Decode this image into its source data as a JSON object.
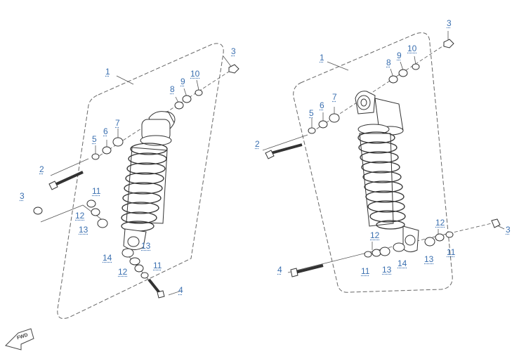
{
  "diagram": {
    "direction_label": "FWD",
    "assemblies": [
      {
        "name": "left-shock-assembly",
        "callouts": [
          {
            "id": "l1",
            "text": "1"
          },
          {
            "id": "l2",
            "text": "2"
          },
          {
            "id": "l3a",
            "text": "3"
          },
          {
            "id": "l3b",
            "text": "3"
          },
          {
            "id": "l4",
            "text": "4"
          },
          {
            "id": "l5",
            "text": "5"
          },
          {
            "id": "l6",
            "text": "6"
          },
          {
            "id": "l7",
            "text": "7"
          },
          {
            "id": "l8",
            "text": "8"
          },
          {
            "id": "l9",
            "text": "9"
          },
          {
            "id": "l10",
            "text": "10"
          },
          {
            "id": "l11a",
            "text": "11"
          },
          {
            "id": "l11b",
            "text": "11"
          },
          {
            "id": "l12a",
            "text": "12"
          },
          {
            "id": "l12b",
            "text": "12"
          },
          {
            "id": "l13a",
            "text": "13"
          },
          {
            "id": "l13b",
            "text": "13"
          },
          {
            "id": "l14",
            "text": "14"
          }
        ]
      },
      {
        "name": "right-shock-assembly",
        "callouts": [
          {
            "id": "r1",
            "text": "1"
          },
          {
            "id": "r2",
            "text": "2"
          },
          {
            "id": "r3a",
            "text": "3"
          },
          {
            "id": "r3b",
            "text": "3"
          },
          {
            "id": "r4",
            "text": "4"
          },
          {
            "id": "r5",
            "text": "5"
          },
          {
            "id": "r6",
            "text": "6"
          },
          {
            "id": "r7",
            "text": "7"
          },
          {
            "id": "r8",
            "text": "8"
          },
          {
            "id": "r9",
            "text": "9"
          },
          {
            "id": "r10",
            "text": "10"
          },
          {
            "id": "r11a",
            "text": "11"
          },
          {
            "id": "r11b",
            "text": "11"
          },
          {
            "id": "r12a",
            "text": "12"
          },
          {
            "id": "r12b",
            "text": "12"
          },
          {
            "id": "r13a",
            "text": "13"
          },
          {
            "id": "r13b",
            "text": "13"
          },
          {
            "id": "r14",
            "text": "14"
          }
        ]
      }
    ],
    "colors": {
      "callout": "#3a6fb0",
      "line": "#555555",
      "part": "#333333"
    }
  }
}
